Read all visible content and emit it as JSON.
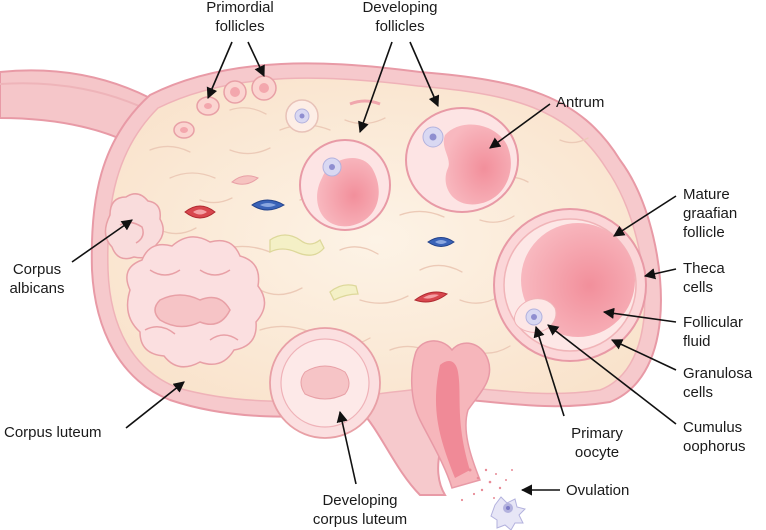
{
  "diagram": {
    "labels": {
      "primordial_follicles": "Primordial\nfollicles",
      "developing_follicles": "Developing\nfollicles",
      "antrum": "Antrum",
      "mature_graafian_follicle": "Mature\ngraafian\nfollicle",
      "theca_cells": "Theca\ncells",
      "follicular_fluid": "Follicular\nfluid",
      "granulosa_cells": "Granulosa\ncells",
      "cumulus_oophorus": "Cumulus\noophorus",
      "primary_oocyte": "Primary\noocyte",
      "ovulation": "Ovulation",
      "developing_corpus_luteum": "Developing\ncorpus luteum",
      "corpus_luteum": "Corpus luteum",
      "corpus_albicans": "Corpus\nalbicans"
    },
    "colors": {
      "ovary_fill": "#fbecd8",
      "ovary_outline": "#e89aa6",
      "follicle_fill": "#f6a3ad",
      "follicle_wall": "#fde4e4",
      "oocyte": "#d9d8f2",
      "vein": "#3a63b8",
      "artery": "#d8474e",
      "arrow": "#111111"
    }
  }
}
